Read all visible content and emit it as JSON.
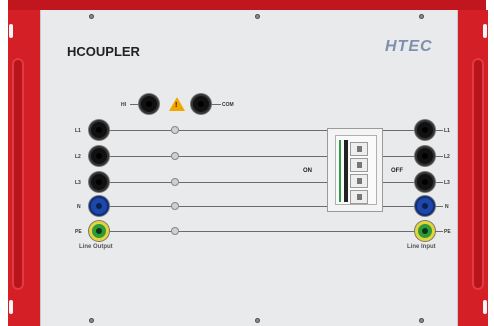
{
  "panel": {
    "title": "HCOUPLER",
    "brand": "HTEC"
  },
  "top_jacks": {
    "hi_label": "HI",
    "com_label": "COM"
  },
  "left_jacks": [
    {
      "label": "L1"
    },
    {
      "label": "L2"
    },
    {
      "label": "L3"
    },
    {
      "label": "N"
    },
    {
      "label": "PE"
    }
  ],
  "right_jacks": [
    {
      "label": "L1"
    },
    {
      "label": "L2"
    },
    {
      "label": "L3"
    },
    {
      "label": "N"
    },
    {
      "label": "PE"
    }
  ],
  "breaker": {
    "on_label": "ON",
    "off_label": "OFF"
  },
  "captions": {
    "left": "Line Output",
    "right": "Line Input"
  },
  "colors": {
    "rack_red": "#d41f26",
    "panel_gray": "#e9eaeb",
    "jack_black": "#111111",
    "jack_blue": "#1e48a8",
    "jack_pe": "#e4d33b"
  }
}
